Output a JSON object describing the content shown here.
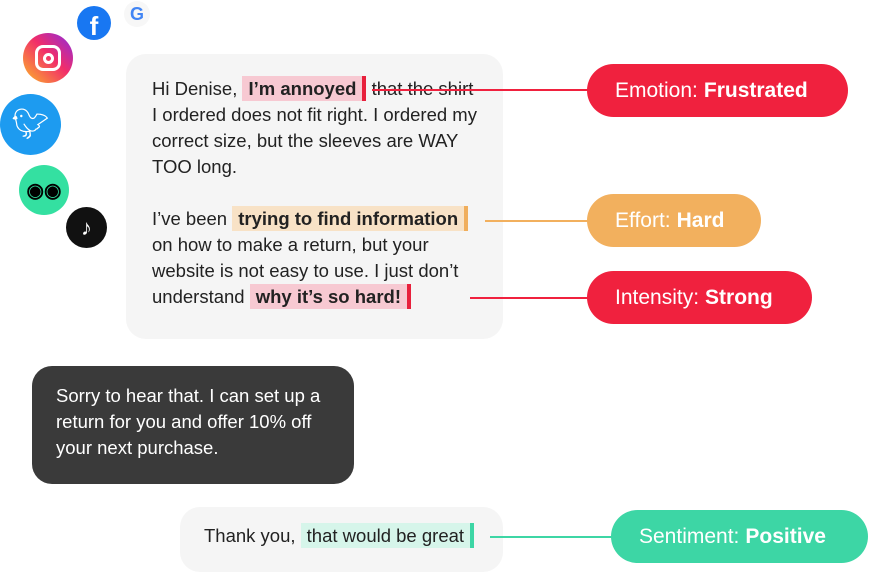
{
  "social_icons": [
    "facebook-icon",
    "google-icon",
    "instagram-icon",
    "twitter-icon",
    "tripadvisor-icon",
    "tiktok-icon"
  ],
  "customer_message": {
    "p1_start": "Hi Denise, ",
    "p1_highlight": "I’m annoyed",
    "p1_end": " that the shirt I ordered does not fit right. I ordered my correct size, but the sleeves are WAY TOO long.",
    "p2_start": "I’ve been ",
    "p2_highlight": "trying to find information",
    "p2_mid": " on how to make a return, but your website is not easy to use. I just don’t understand ",
    "p2_highlight2": "why it’s so hard!"
  },
  "agent_message": "Sorry to hear that. I can set up a return for you and offer 10% off your next purchase.",
  "reply": {
    "start": "Thank you, ",
    "highlight": "that would be great"
  },
  "tags": [
    {
      "label": "Emotion:",
      "value": "Frustrated",
      "color": "#f0213e"
    },
    {
      "label": "Effort:",
      "value": "Hard",
      "color": "#f2b05e"
    },
    {
      "label": "Intensity:",
      "value": "Strong",
      "color": "#f0213e"
    },
    {
      "label": "Sentiment:",
      "value": "Positive",
      "color": "#3dd6a5"
    }
  ]
}
